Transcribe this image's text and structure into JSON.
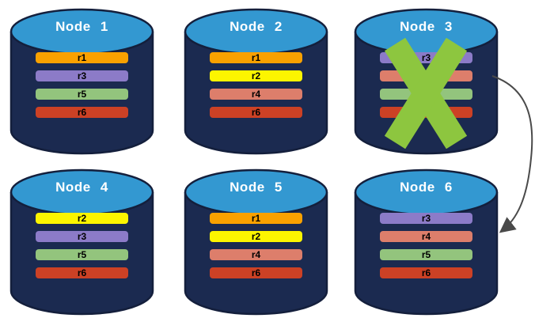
{
  "diagram": {
    "description": "Database replication nodes with replica placement; failed node re-replicates to another node",
    "nodes": [
      {
        "title": "Node 1",
        "replicas": [
          "r1",
          "r3",
          "r5",
          "r6"
        ],
        "failed": false
      },
      {
        "title": "Node 2",
        "replicas": [
          "r1",
          "r2",
          "r4",
          "r6"
        ],
        "failed": false
      },
      {
        "title": "Node 3",
        "replicas": [
          "r3",
          "r4",
          "r5",
          "r6"
        ],
        "failed": true
      },
      {
        "title": "Node 4",
        "replicas": [
          "r2",
          "r3",
          "r5",
          "r6"
        ],
        "failed": false
      },
      {
        "title": "Node 5",
        "replicas": [
          "r1",
          "r2",
          "r4",
          "r6"
        ],
        "failed": false
      },
      {
        "title": "Node 6",
        "replicas": [
          "r3",
          "r4",
          "r5",
          "r6"
        ],
        "failed": false
      }
    ],
    "arrow": {
      "from": "Node 3",
      "to": "Node 6"
    },
    "colors": {
      "cylinder_body": "#1B2A50",
      "cylinder_top": "#3398D1",
      "cylinder_outline": "#141F3C",
      "node_title_text": "#FFFFFF",
      "replica_label_text": "#000000",
      "failure_x": "#8DC63F",
      "arrow": "#4A4A4A",
      "replicas": {
        "r1": "#F9A100",
        "r2": "#FCF500",
        "r3": "#8C7BC8",
        "r4": "#DD7E6B",
        "r5": "#93C47D",
        "r6": "#CC4125"
      }
    }
  }
}
